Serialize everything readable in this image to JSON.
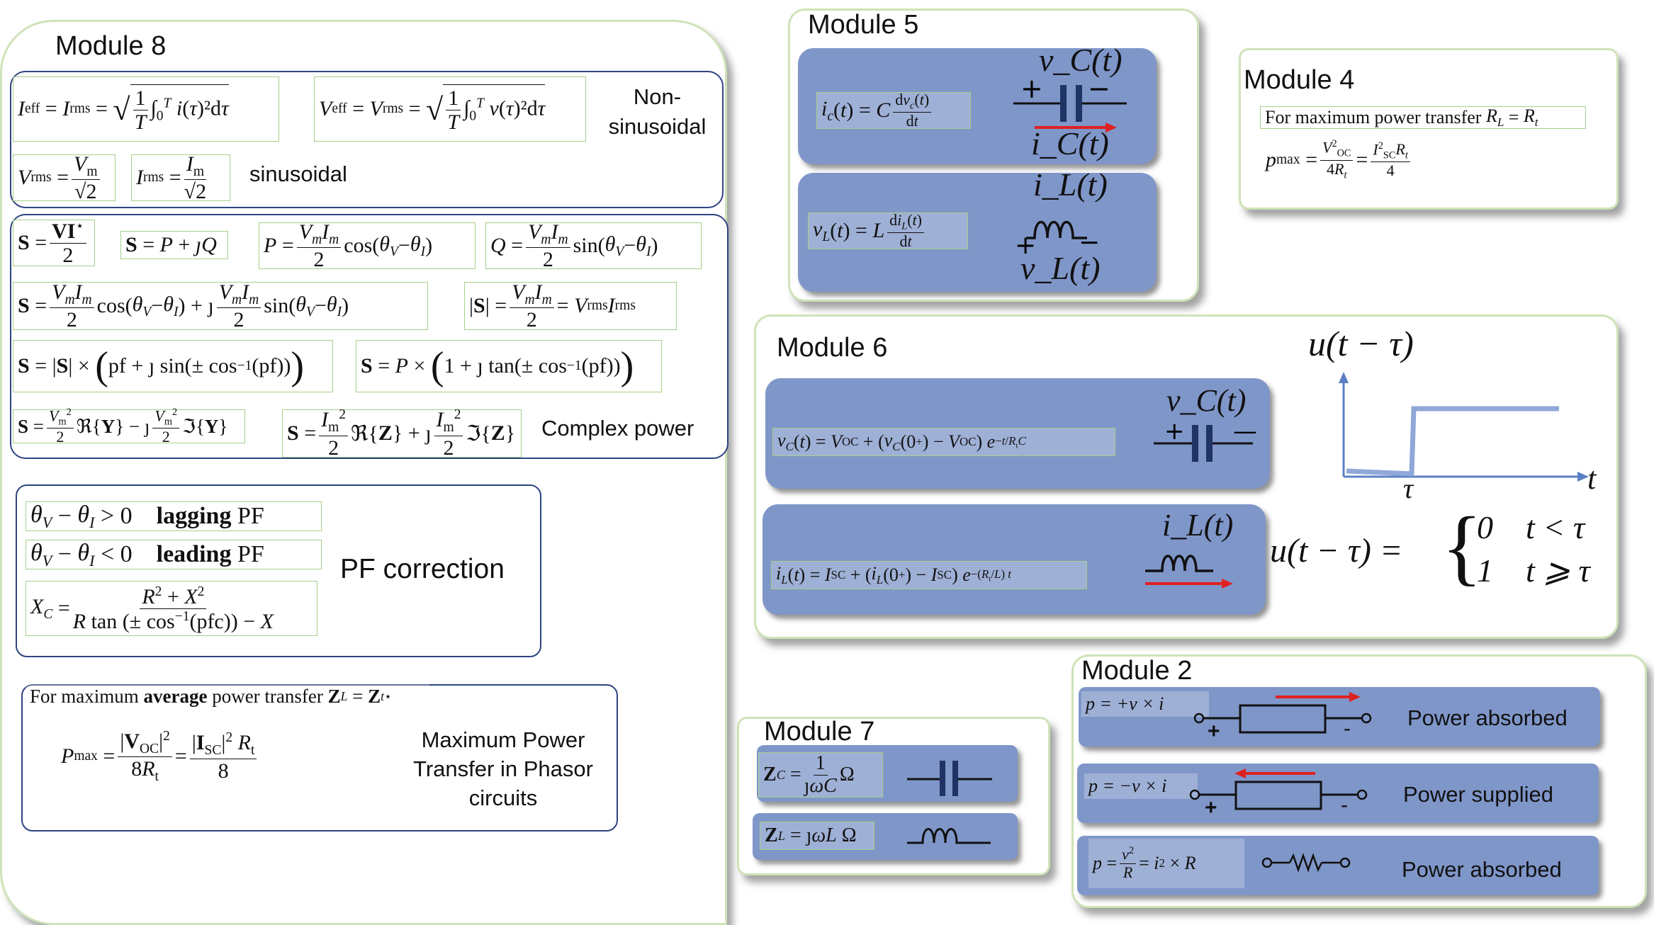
{
  "module8": {
    "title": "Module 8",
    "eq_ieff": "I_eff = I_rms = √( 1/T ∫₀ᵀ i(τ)² dτ )",
    "eq_veff": "V_eff = V_rms = √( 1/T ∫₀ᵀ v(τ)² dτ )",
    "label_nonsinusoidal": "Non-\nsinusoidal",
    "eq_vrms": "V_rms = V_m / √2",
    "eq_irms": "I_rms = I_m / √2",
    "label_sinusoidal": "sinusoidal",
    "eq_s_vi": "S = VI* / 2",
    "eq_s_pq": "S = P + jQ",
    "eq_p": "P = (V_m I_m / 2) cos(θ_V − θ_I)",
    "eq_q": "Q = (V_m I_m / 2) sin(θ_V − θ_I)",
    "eq_s_full": "S = (V_m I_m / 2) cos(θ_V − θ_I) + j (V_m I_m / 2) sin(θ_V − θ_I)",
    "eq_s_mag": "|S| = V_m I_m / 2 = V_rms I_rms",
    "eq_s_pf": "S = |S| × (pf + j sin(± cos⁻¹(pf)))",
    "eq_s_p_pf": "S = P × (1 + j tan(± cos⁻¹(pf)))",
    "eq_s_y": "S = (V_m²/2) ℜ{Y} − j (V_m²/2) ℑ{Y}",
    "eq_s_z": "S = (I_m²/2) ℜ{Z} + j (I_m²/2) ℑ{Z}",
    "label_complex_power": "Complex power",
    "eq_lagging": "θ_V − θ_I > 0   lagging PF",
    "eq_leading": "θ_V − θ_I < 0   leading PF",
    "eq_xc": "X_C = (R² + X²) / (R tan(± cos⁻¹(pfc)) − X)",
    "label_pf_correction": "PF correction",
    "eq_max_avg": "For maximum average power transfer Z_L = Z_t*",
    "eq_pmax_phasor": "P_max = |V_OC|² / 8R_t = |I_SC|² R_t / 8",
    "label_max_power_phasor": "Maximum Power\nTransfer in Phasor\ncircuits"
  },
  "module5": {
    "title": "Module 5",
    "eq_ic": "i_c(t) = C dv_c(t)/dt",
    "lbl_vc": "v_C(t)",
    "lbl_ic": "i_C(t)",
    "eq_vl": "v_L(t) = L di_L(t)/dt",
    "lbl_il": "i_L(t)",
    "lbl_vl": "v_L(t)"
  },
  "module4": {
    "title": "Module 4",
    "eq_condition": "For maximum power transfer R_L = R_t",
    "eq_pmax": "p_max = V_OC² / 4R_t = I_SC² R_t / 4"
  },
  "module6": {
    "title": "Module 6",
    "eq_vc": "v_C(t) = V_OC + (v_C(0⁺) − V_OC) e^(−t / R_t C)",
    "lbl_vc": "v_C(t)",
    "eq_il": "i_L(t) = I_SC + (i_L(0⁺) − I_SC) e^(−(R_t / L) t)",
    "lbl_il": "i_L(t)",
    "step_title": "u(t − τ)",
    "step_tau": "τ",
    "step_t": "t",
    "step_def_lhs": "u(t − τ) =",
    "step_case1": "0    t < τ",
    "step_case2": "1    t ⩾ τ"
  },
  "module7": {
    "title": "Module 7",
    "eq_zc": "Z_C = 1 / (jωC) Ω",
    "eq_zl": "Z_L = jωL Ω"
  },
  "module2": {
    "title": "Module 2",
    "eq1": "p = +v × i",
    "label1": "Power absorbed",
    "eq2": "p = −v × i",
    "label2": "Power supplied",
    "eq3": "p = v²/R = i² × R",
    "label3": "Power absorbed",
    "plus": "+",
    "minus": "-"
  }
}
